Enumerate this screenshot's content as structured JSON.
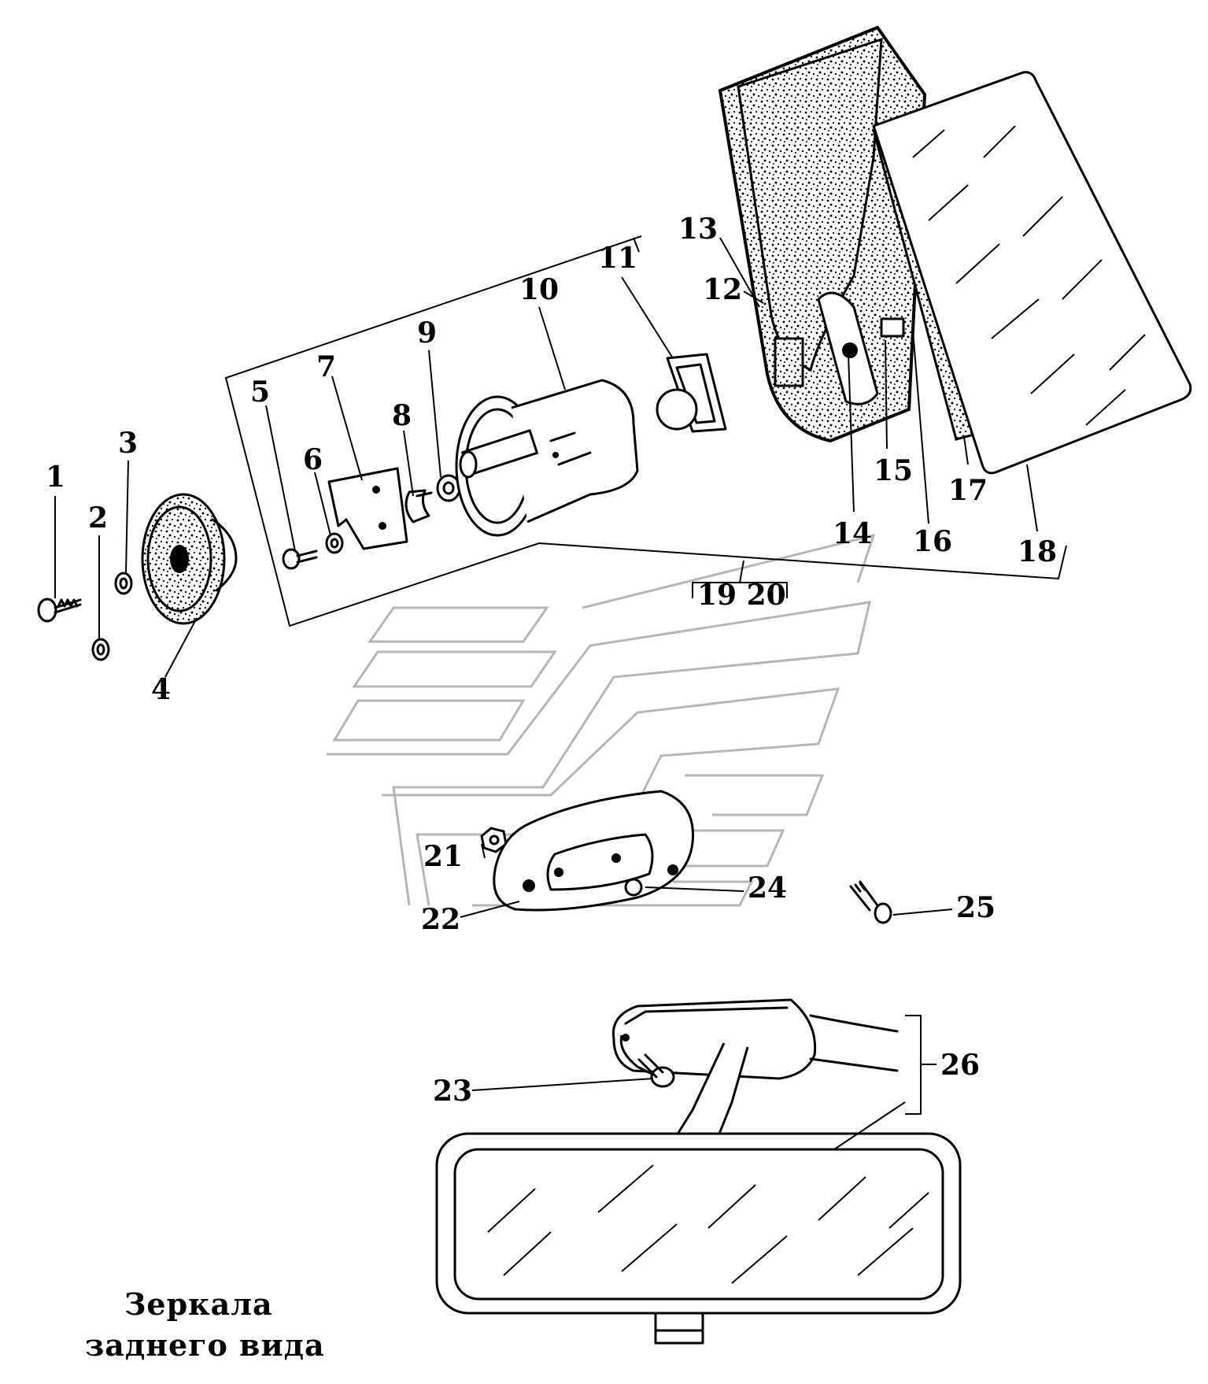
{
  "title": {
    "line1": "Зеркала",
    "line2": "заднего вида"
  },
  "callouts": [
    "1",
    "2",
    "3",
    "4",
    "5",
    "6",
    "7",
    "8",
    "9",
    "10",
    "11",
    "12",
    "13",
    "14",
    "15",
    "16",
    "17",
    "18",
    "19 20",
    "21",
    "22",
    "23",
    "24",
    "25",
    "26"
  ],
  "colors": {
    "ink": "#000000",
    "background": "#ffffff",
    "watermark": "#b5b5b5"
  }
}
